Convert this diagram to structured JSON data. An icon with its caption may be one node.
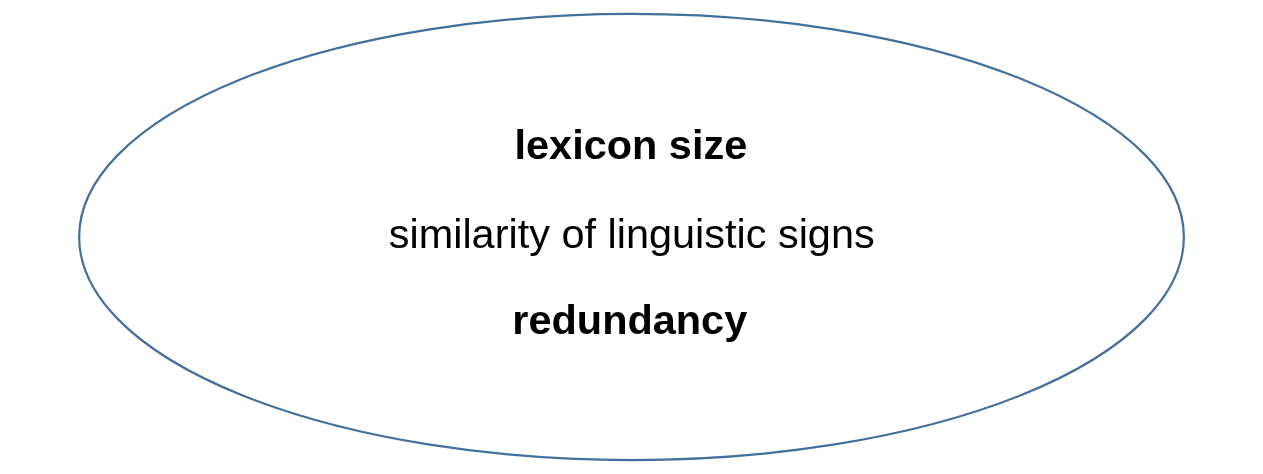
{
  "diagram": {
    "nodes": [
      {
        "text": [
          "lexicon size",
          "similarity of linguistic signs",
          "redundancy"
        ]
      }
    ]
  }
}
